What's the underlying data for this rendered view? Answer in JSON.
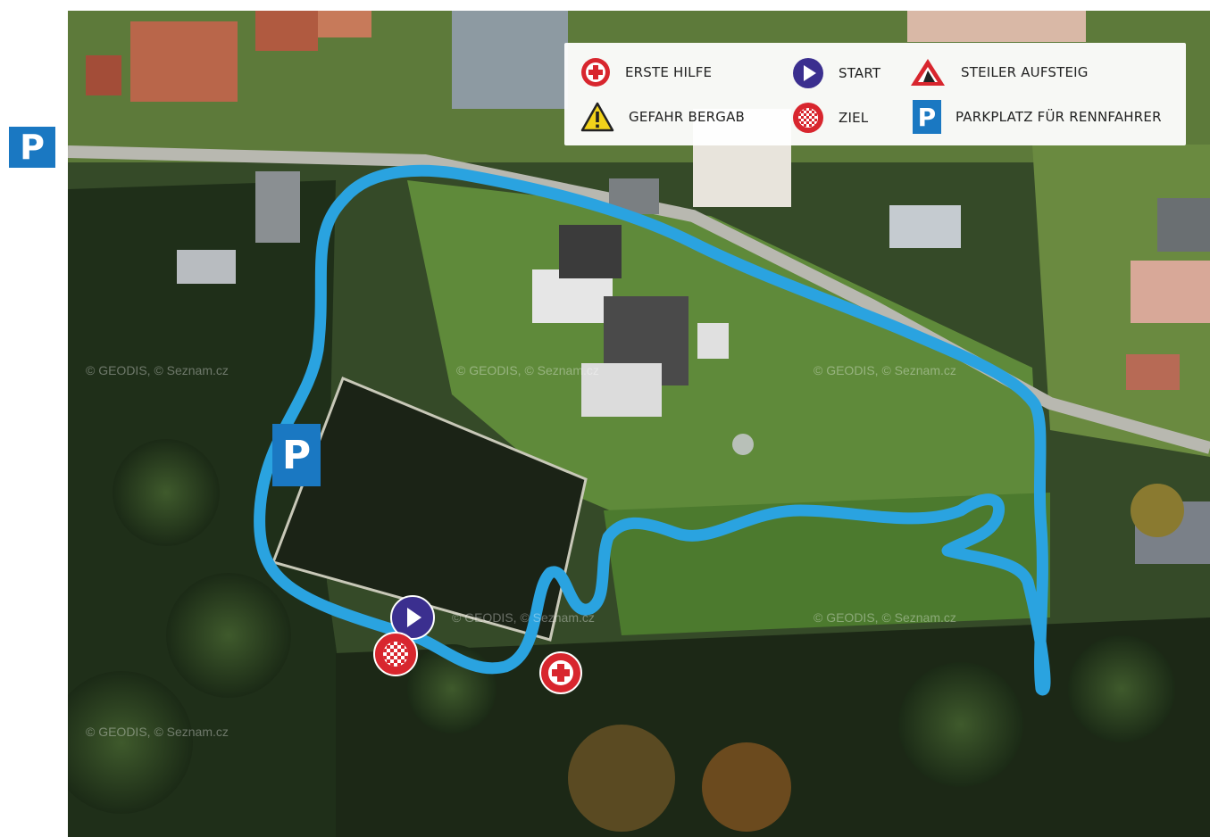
{
  "parking_label": "P",
  "legend": {
    "items": [
      {
        "id": "first-aid",
        "label": "ERSTE HILFE",
        "icon": "first-aid-icon"
      },
      {
        "id": "start",
        "label": "START",
        "icon": "start-play-icon"
      },
      {
        "id": "steep",
        "label": "STEILER AUFSTEIG",
        "icon": "steep-climb-icon"
      },
      {
        "id": "danger",
        "label": "GEFAHR BERGAB",
        "icon": "warning-icon"
      },
      {
        "id": "finish",
        "label": "ZIEL",
        "icon": "checkered-flag-icon"
      },
      {
        "id": "parking",
        "label": "PARKPLATZ FÜR RENNFAHRER",
        "icon": "parking-icon"
      }
    ]
  },
  "watermarks": [
    "© GEODIS, © Seznam.cz",
    "© GEODIS, © Seznam.cz",
    "© GEODIS, © Seznam.cz",
    "© GEODIS, © Seznam.cz",
    "© GEODIS, © Seznam.cz",
    "© GEODIS, © Seznam.cz"
  ],
  "colors": {
    "route": "#2aa3e0",
    "parking": "#1a78c2",
    "start": "#3b2f8f",
    "aid": "#d8262e"
  }
}
